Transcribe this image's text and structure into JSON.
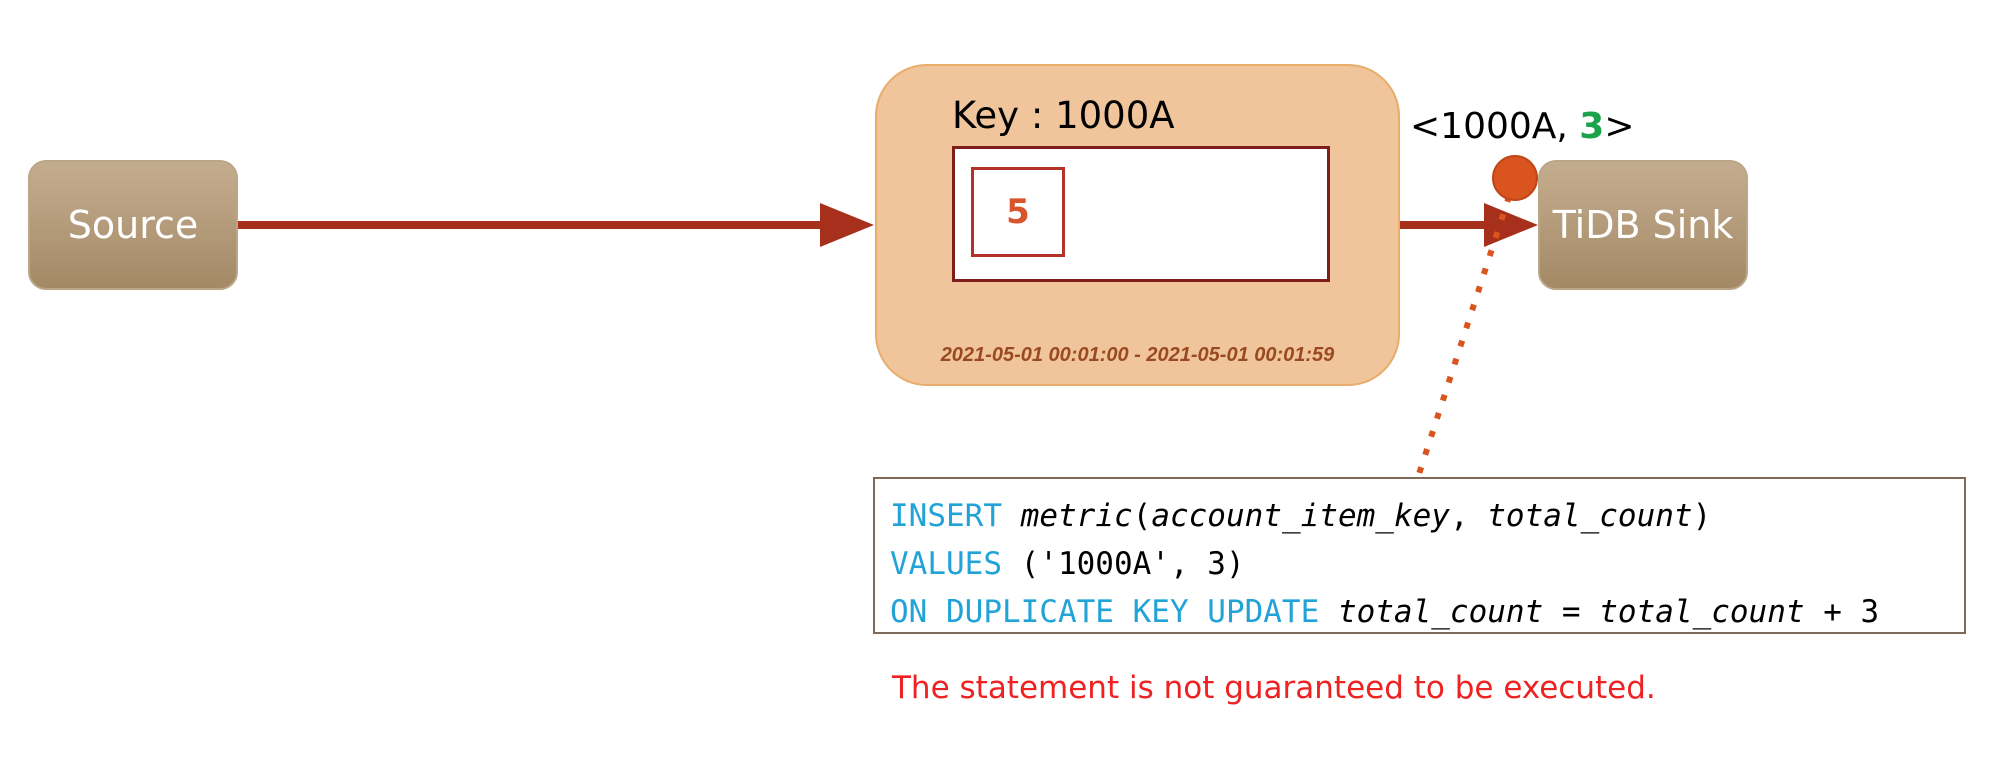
{
  "source": {
    "label": "Source"
  },
  "window": {
    "title": "Key : 1000A",
    "count": "5",
    "time_range": "2021-05-01 00:01:00 - 2021-05-01 00:01:59"
  },
  "emit": {
    "prefix": "<1000A, ",
    "value": "3",
    "suffix": ">"
  },
  "sink": {
    "label": "TiDB Sink"
  },
  "sql": {
    "line1": {
      "kw": "INSERT",
      "table": "metric",
      "open": "(",
      "col1": "account_item_key",
      "sep": ", ",
      "col2": "total_count",
      "close": ")"
    },
    "line2": {
      "kw": "VALUES",
      "rest": " ('1000A', 3)"
    },
    "line3": {
      "kw": "ON DUPLICATE KEY UPDATE",
      "colA": "total_count",
      "eq": " = ",
      "colB": "total_count",
      "rest": " + 3"
    }
  },
  "note": "The statement is not guaranteed to be executed.",
  "colors": {
    "arrow": "#a6301b",
    "dot": "#d9541e",
    "keyword": "#22a3d8",
    "emit_value": "#1aa34a",
    "warning": "#ee2222"
  }
}
